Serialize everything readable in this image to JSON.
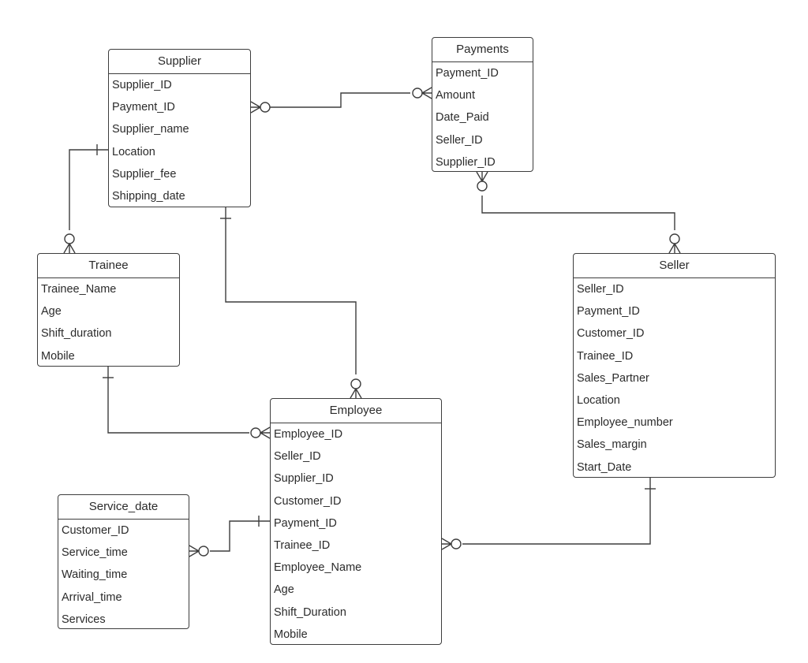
{
  "entities": {
    "supplier": {
      "title": "Supplier",
      "attrs": [
        "Supplier_ID",
        "Payment_ID",
        "Supplier_name",
        "Location",
        "Supplier_fee",
        "Shipping_date"
      ]
    },
    "payments": {
      "title": "Payments",
      "attrs": [
        "Payment_ID",
        "Amount",
        "Date_Paid",
        "Seller_ID",
        "Supplier_ID"
      ]
    },
    "trainee": {
      "title": "Trainee",
      "attrs": [
        "Trainee_Name",
        "Age",
        "Shift_duration",
        "Mobile"
      ]
    },
    "seller": {
      "title": "Seller",
      "attrs": [
        "Seller_ID",
        "Payment_ID",
        "Customer_ID",
        "Trainee_ID",
        "Sales_Partner",
        "Location",
        "Employee_number",
        "Sales_margin",
        "Start_Date"
      ]
    },
    "employee": {
      "title": "Employee",
      "attrs": [
        "Employee_ID",
        "Seller_ID",
        "Supplier_ID",
        "Customer_ID",
        "Payment_ID",
        "Trainee_ID",
        "Employee_Name",
        "Age",
        "Shift_Duration",
        "Mobile"
      ]
    },
    "service_date": {
      "title": "Service_date",
      "attrs": [
        "Customer_ID",
        "Service_time",
        "Waiting_time",
        "Arrival_time",
        "Services"
      ]
    }
  },
  "relationships": [
    {
      "from": "Supplier",
      "from_cardinality": "zero-or-many",
      "to": "Payments",
      "to_cardinality": "zero-or-many"
    },
    {
      "from": "Supplier",
      "from_cardinality": "one",
      "to": "Trainee",
      "to_cardinality": "zero-or-many"
    },
    {
      "from": "Supplier",
      "from_cardinality": "one",
      "to": "Employee",
      "to_cardinality": "zero-or-many"
    },
    {
      "from": "Payments",
      "from_cardinality": "zero-or-many",
      "to": "Seller",
      "to_cardinality": "zero-or-many"
    },
    {
      "from": "Trainee",
      "from_cardinality": "one",
      "to": "Employee",
      "to_cardinality": "zero-or-many"
    },
    {
      "from": "Service_date",
      "from_cardinality": "zero-or-many",
      "to": "Employee",
      "to_cardinality": "one"
    },
    {
      "from": "Seller",
      "from_cardinality": "one",
      "to": "Employee",
      "to_cardinality": "zero-or-many"
    }
  ]
}
